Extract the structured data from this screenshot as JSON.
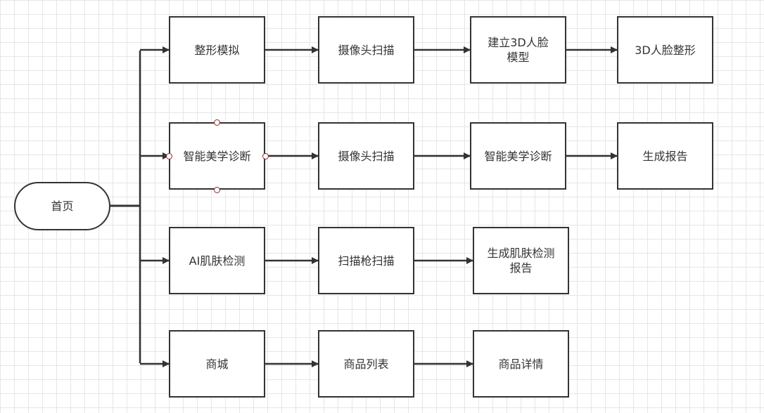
{
  "diagram": {
    "start": {
      "id": "home",
      "label": "首页"
    },
    "rows": [
      {
        "id": "row-plastic-surgery-sim",
        "steps": [
          "整形模拟",
          "摄像头扫描",
          "建立3D人脸\n模型",
          "3D人脸整形"
        ]
      },
      {
        "id": "row-smart-beauty-diagnosis",
        "steps": [
          "智能美学诊断",
          "摄像头扫描",
          "智能美学诊断",
          "生成报告"
        ],
        "selected_index": 0
      },
      {
        "id": "row-ai-skin-detection",
        "steps": [
          "AI肌肤检测",
          "扫描枪扫描",
          "生成肌肤检测\n报告"
        ]
      },
      {
        "id": "row-mall",
        "steps": [
          "商城",
          "商品列表",
          "商品详情"
        ]
      }
    ]
  },
  "colors": {
    "stroke": "#333333",
    "text": "#333333",
    "grid": "#e6e6e6",
    "handle": "#8b2a2a"
  }
}
